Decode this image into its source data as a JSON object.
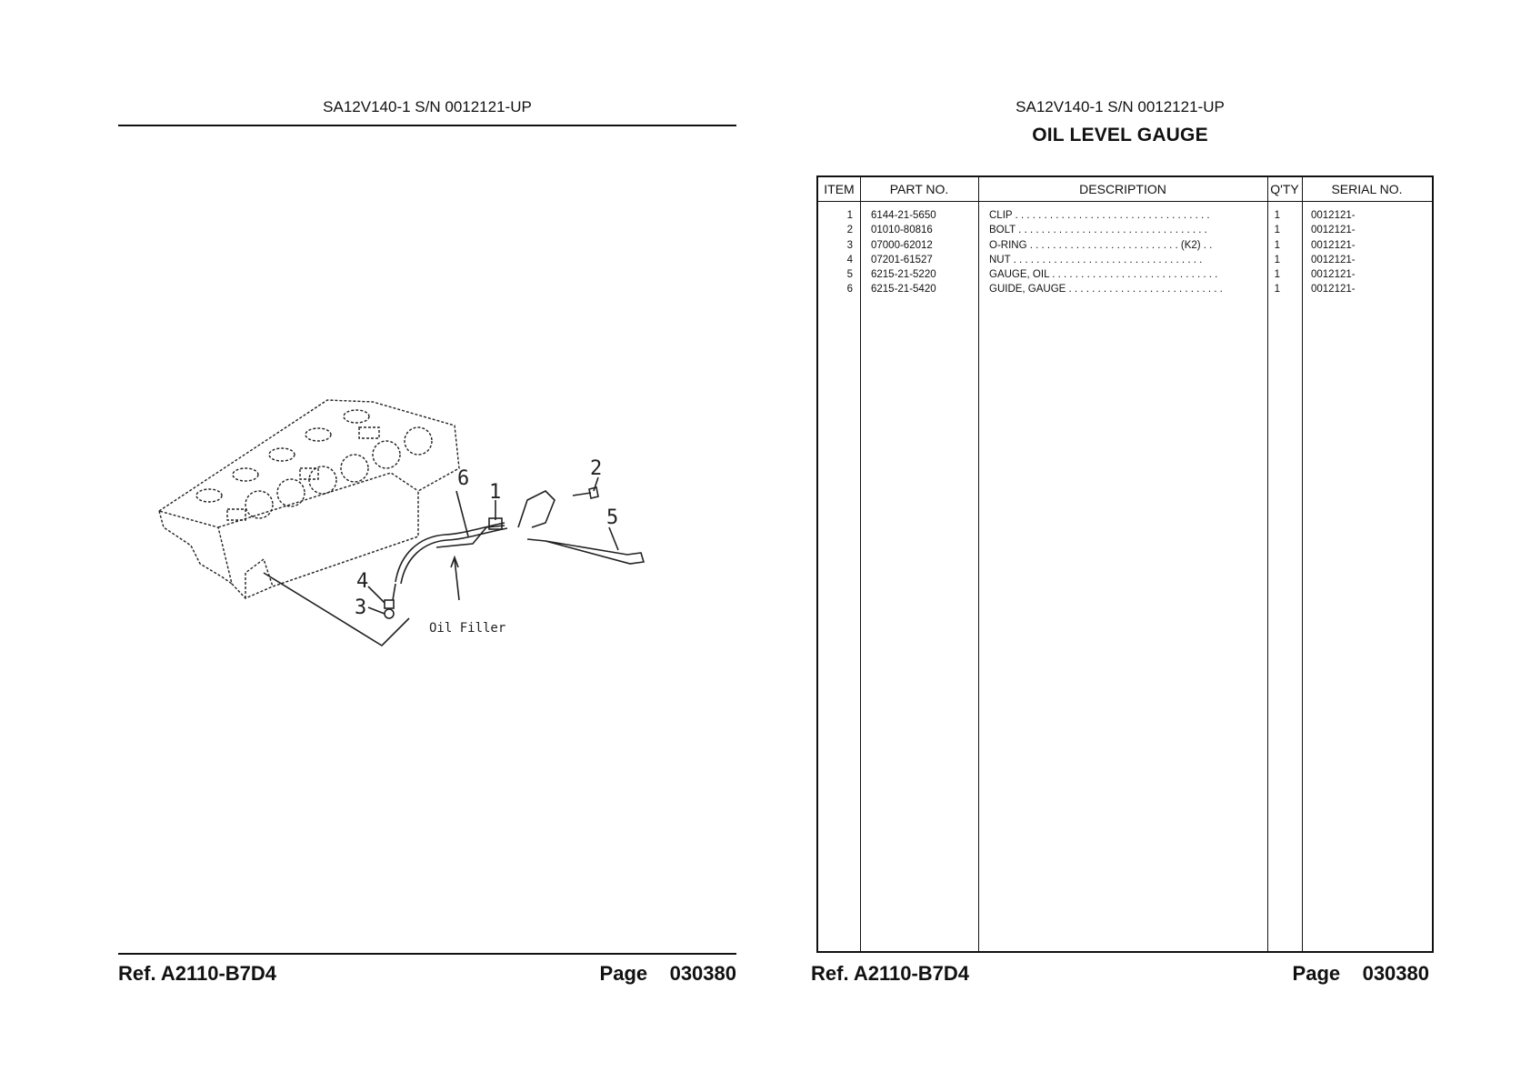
{
  "left": {
    "header": "SA12V140-1 S/N 0012121-UP",
    "callouts": [
      "1",
      "2",
      "3",
      "4",
      "5",
      "6"
    ],
    "annotation": "Oil Filler",
    "footer": {
      "ref": "Ref.  A2110-B7D4",
      "page": "Page    030380"
    }
  },
  "right": {
    "header": "SA12V140-1 S/N 0012121-UP",
    "title": "OIL LEVEL GAUGE",
    "columns": {
      "item": "ITEM",
      "part": "PART NO.",
      "desc": "DESCRIPTION",
      "qty": "Q'TY",
      "serial": "SERIAL NO."
    },
    "rows": [
      {
        "item": "1",
        "part": "6144-21-5650",
        "desc": "CLIP . . . . . . . . . . . . . . . . . . . . . . . . . . . . . . . . . .",
        "qty": "1",
        "serial": "0012121-"
      },
      {
        "item": "2",
        "part": "01010-80816",
        "desc": "BOLT . . . . . . . . . . . . . . . . . . . . . . . . . . . . . . . . .",
        "qty": "1",
        "serial": "0012121-"
      },
      {
        "item": "3",
        "part": "07000-62012",
        "desc": "O-RING  . . . . . . . . . . . . . . . . . . . . . . . . . .  (K2)  . .",
        "qty": "1",
        "serial": "0012121-"
      },
      {
        "item": "4",
        "part": "07201-61527",
        "desc": "NUT  . . . . . . . . . . . . . . . . . . . . . . . . . . . . . . . . .",
        "qty": "1",
        "serial": "0012121-"
      },
      {
        "item": "5",
        "part": "6215-21-5220",
        "desc": "GAUGE, OIL . . . . . . . . . . . . . . . . . . . . . . . . . . . . .",
        "qty": "1",
        "serial": "0012121-"
      },
      {
        "item": "6",
        "part": "6215-21-5420",
        "desc": "GUIDE, GAUGE  . . . . . . . . . . . . . . . . . . . . . . . . . . .",
        "qty": "1",
        "serial": "0012121-"
      }
    ],
    "footer": {
      "ref": "Ref.  A2110-B7D4",
      "page": "Page    030380"
    }
  }
}
